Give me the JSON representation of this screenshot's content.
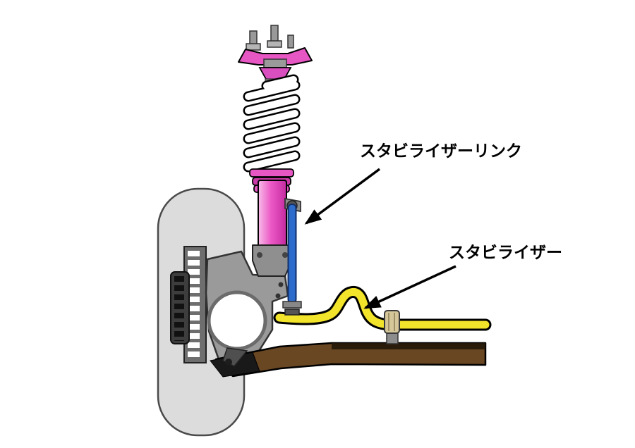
{
  "diagram": {
    "title_hint": "front suspension stabilizer diagram",
    "labels": {
      "stabilizer_link": "スタビライザーリンク",
      "stabilizer": "スタビライザー"
    },
    "colors": {
      "background": "#ffffff",
      "tire_gray": "#dcdcdc",
      "rotor_gray": "#6e6e6e",
      "caliper_dark": "#3d3d3d",
      "knuckle_gray": "#9a9a9a",
      "strut_pink": "#e757c4",
      "strut_pink_dark": "#c93aa6",
      "link_blue": "#2e6ccc",
      "stabilizer_yellow": "#f2e32b",
      "arm_brown": "#6a4723",
      "bushing_tan": "#d6c79b",
      "label_black": "#000000"
    }
  }
}
